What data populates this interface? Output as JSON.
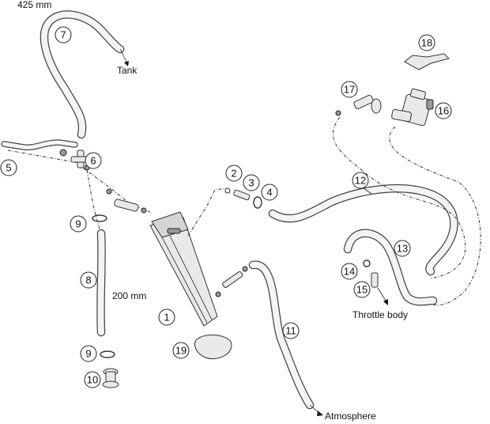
{
  "labels": {
    "hose7_length": "425 mm",
    "tank": "Tank",
    "hose8_length": "200 mm",
    "throttle_body": "Throttle body",
    "atmosphere": "Atmosphere"
  },
  "callouts": [
    "1",
    "2",
    "3",
    "4",
    "5",
    "6",
    "7",
    "8",
    "9",
    "9",
    "10",
    "11",
    "12",
    "13",
    "14",
    "15",
    "16",
    "17",
    "18",
    "19"
  ]
}
